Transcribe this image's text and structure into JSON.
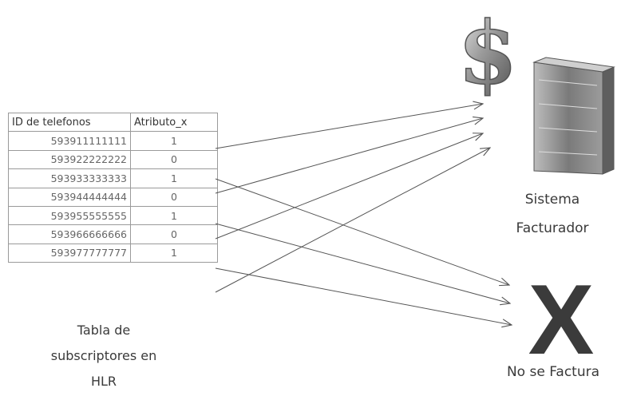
{
  "table": {
    "headers": [
      "ID de telefonos",
      "Atributo_x"
    ],
    "rows": [
      {
        "id": "593911111111",
        "attr": "1"
      },
      {
        "id": "593922222222",
        "attr": "0"
      },
      {
        "id": "593933333333",
        "attr": "1"
      },
      {
        "id": "593944444444",
        "attr": "0"
      },
      {
        "id": "593955555555",
        "attr": "1"
      },
      {
        "id": "593966666666",
        "attr": "0"
      },
      {
        "id": "593977777777",
        "attr": "1"
      }
    ],
    "caption_lines": [
      "Tabla de",
      "subscriptores en",
      "HLR"
    ]
  },
  "billing": {
    "icon": "dollar-sign-icon",
    "server_icon": "server-tower-icon",
    "caption_lines": [
      "Sistema",
      "Facturador"
    ]
  },
  "no_billing": {
    "symbol": "X",
    "caption": "No se Factura"
  },
  "colors": {
    "arrow": "#555555",
    "table_border": "#9a9a9a",
    "x_symbol": "#3b3b3b"
  }
}
